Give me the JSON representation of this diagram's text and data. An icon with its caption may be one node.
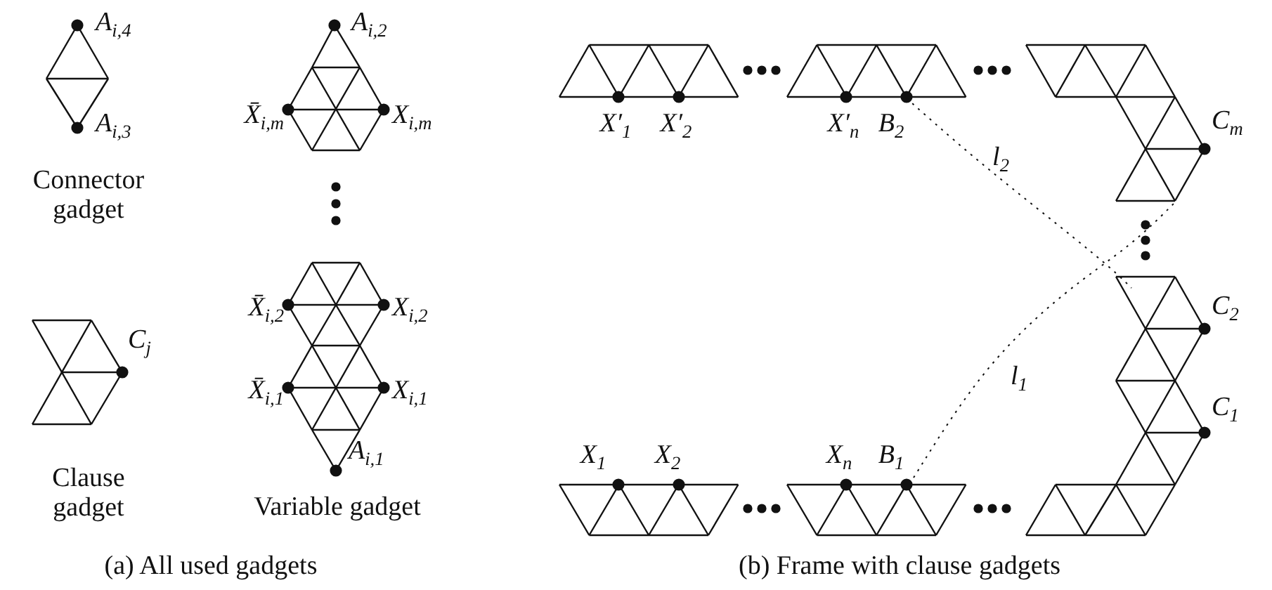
{
  "diagram": {
    "labels": [
      "A$_{i,4}$",
      "A$_{i,2}$",
      "A$_{i,3}$",
      "X̄$_{i,m}$",
      "X$_{i,m}$",
      "Connector gadget",
      "C$_{j}$",
      "X̄$_{i,2}$",
      "X$_{i,2}$",
      "X̄$_{i,1}$",
      "X$_{i,1}$",
      "A$_{i,1}$",
      "Clause gadget",
      "Variable gadget",
      "(a) All used gadgets",
      "X′$_{1}$",
      "X′$_{2}$",
      "X′$_{n}$",
      "B$_{2}$",
      "C$_{m}$",
      "l$_{2}$",
      "C$_{2}$",
      "l$_{1}$",
      "C$_{1}$",
      "X$_{1}$",
      "X$_{2}$",
      "X$_{n}$",
      "B$_{1}$",
      "(b) Frame with clause gadgets"
    ]
  }
}
